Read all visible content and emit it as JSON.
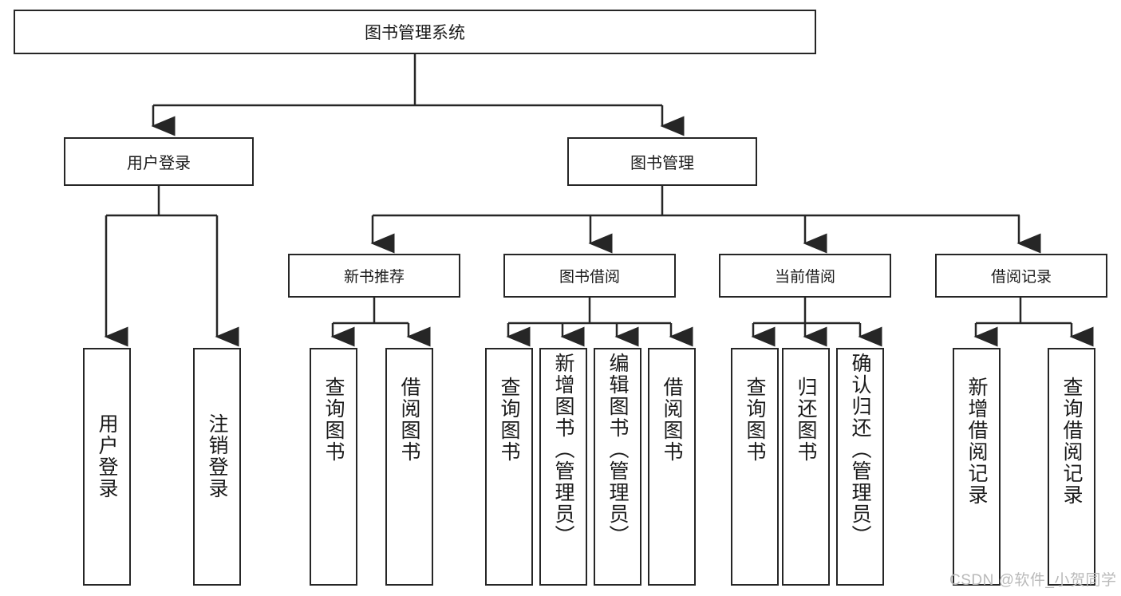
{
  "diagram": {
    "title": "图书管理系统",
    "root": {
      "label": "图书管理系统"
    },
    "level1": [
      {
        "label": "用户登录"
      },
      {
        "label": "图书管理"
      }
    ],
    "level2": [
      {
        "label": "新书推荐"
      },
      {
        "label": "图书借阅"
      },
      {
        "label": "当前借阅"
      },
      {
        "label": "借阅记录"
      }
    ],
    "leaves": {
      "user_login": [
        {
          "label": "用户登录"
        },
        {
          "label": "注销登录"
        }
      ],
      "new_book_recommend": [
        {
          "label": "查询图书"
        },
        {
          "label": "借阅图书"
        }
      ],
      "book_borrow": [
        {
          "label": "查询图书"
        },
        {
          "label": "新增图书（管理员）"
        },
        {
          "label": "编辑图书（管理员）"
        },
        {
          "label": "借阅图书"
        }
      ],
      "current_borrow": [
        {
          "label": "查询图书"
        },
        {
          "label": "归还图书"
        },
        {
          "label": "确认归还（管理员）"
        }
      ],
      "borrow_record": [
        {
          "label": "新增借阅记录"
        },
        {
          "label": "查询借阅记录"
        }
      ]
    }
  },
  "watermark": {
    "text": "CSDN @软件_小贺同学"
  },
  "colors": {
    "stroke": "#262626",
    "background": "#ffffff",
    "text": "#1a1a1a",
    "watermark": "#b9b9b9"
  },
  "chart_data": {
    "type": "diagram",
    "subtype": "tree-hierarchy",
    "title": "图书管理系统",
    "orientation": "top-down",
    "nodes": [
      {
        "id": "root",
        "label": "图书管理系统",
        "level": 0,
        "parent": null
      },
      {
        "id": "n1",
        "label": "用户登录",
        "level": 1,
        "parent": "root"
      },
      {
        "id": "n2",
        "label": "图书管理",
        "level": 1,
        "parent": "root"
      },
      {
        "id": "n1a",
        "label": "用户登录",
        "level": 2,
        "parent": "n1"
      },
      {
        "id": "n1b",
        "label": "注销登录",
        "level": 2,
        "parent": "n1"
      },
      {
        "id": "n2a",
        "label": "新书推荐",
        "level": 2,
        "parent": "n2"
      },
      {
        "id": "n2b",
        "label": "图书借阅",
        "level": 2,
        "parent": "n2"
      },
      {
        "id": "n2c",
        "label": "当前借阅",
        "level": 2,
        "parent": "n2"
      },
      {
        "id": "n2d",
        "label": "借阅记录",
        "level": 2,
        "parent": "n2"
      },
      {
        "id": "n2a1",
        "label": "查询图书",
        "level": 3,
        "parent": "n2a"
      },
      {
        "id": "n2a2",
        "label": "借阅图书",
        "level": 3,
        "parent": "n2a"
      },
      {
        "id": "n2b1",
        "label": "查询图书",
        "level": 3,
        "parent": "n2b"
      },
      {
        "id": "n2b2",
        "label": "新增图书（管理员）",
        "level": 3,
        "parent": "n2b"
      },
      {
        "id": "n2b3",
        "label": "编辑图书（管理员）",
        "level": 3,
        "parent": "n2b"
      },
      {
        "id": "n2b4",
        "label": "借阅图书",
        "level": 3,
        "parent": "n2b"
      },
      {
        "id": "n2c1",
        "label": "查询图书",
        "level": 3,
        "parent": "n2c"
      },
      {
        "id": "n2c2",
        "label": "归还图书",
        "level": 3,
        "parent": "n2c"
      },
      {
        "id": "n2c3",
        "label": "确认归还（管理员）",
        "level": 3,
        "parent": "n2c"
      },
      {
        "id": "n2d1",
        "label": "新增借阅记录",
        "level": 3,
        "parent": "n2d"
      },
      {
        "id": "n2d2",
        "label": "查询借阅记录",
        "level": 3,
        "parent": "n2d"
      }
    ]
  }
}
